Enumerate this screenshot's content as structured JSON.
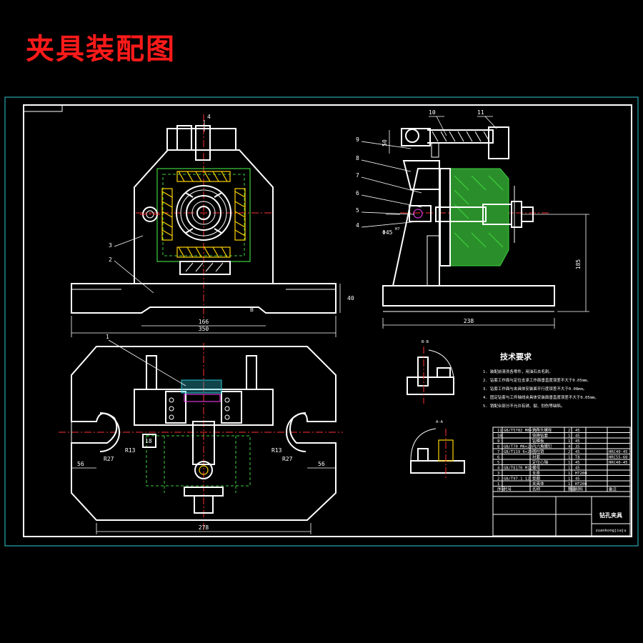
{
  "title": "夹具装配图",
  "colors": {
    "title": "#ff1a1a",
    "outline": "#ffffff",
    "hatch": "#3fd13f",
    "centerline": "#ff3030",
    "frame": "#2ec7d6"
  },
  "front_view": {
    "dims": {
      "width_total": "350",
      "width_inner": "166",
      "height": "40",
      "label_b": "B"
    },
    "balloons": [
      "4",
      "3",
      "2"
    ]
  },
  "side_view": {
    "dims": {
      "width": "238",
      "height": "185",
      "small": "50",
      "hole": "Φ45",
      "tol": "H7"
    },
    "balloons": [
      "10",
      "11",
      "9",
      "8",
      "7",
      "6",
      "5",
      "4"
    ]
  },
  "plan_view": {
    "dims": {
      "width": "278",
      "left": "56",
      "right": "56",
      "r27_left": "R27",
      "r13_left": "R13",
      "r13_right": "R13",
      "r27_right": "R27",
      "d18": "18"
    },
    "balloons": [
      "1"
    ]
  },
  "section_labels": {
    "b_b": "B-B",
    "a_a": "A-A"
  },
  "tech_req": {
    "heading": "技术要求",
    "items": [
      "1. 装配前清洗各零件，用油石去毛刺。",
      "2. 钻套工作面与定位支承工作面垂直度误差不大于0.05mm。",
      "3. 钻套工作面与夹具体安装面平行度误差不大于0.08mm。",
      "4. 固定钻套与工件轴线夹具体安装面垂直度误差不大于0.05mm。",
      "5. 销配合部分不允许有锈、裂、划伤等缺陷。"
    ]
  },
  "title_block": {
    "part_name": "钻孔夹具",
    "drawing_no": "zuankongjiaju",
    "bom_rows": [
      [
        "11",
        "GB/T5782 M8×35",
        "六角头螺栓",
        "2",
        "45",
        ""
      ],
      [
        "10",
        "",
        "快换钻套",
        "1",
        "45",
        ""
      ],
      [
        "9",
        "",
        "钻模板",
        "1",
        "45",
        ""
      ],
      [
        "8",
        "GB/T70 M6×20",
        "内六角螺钉",
        "4",
        "35",
        ""
      ],
      [
        "7",
        "GB/T119 6×20",
        "圆柱销",
        "2",
        "45",
        "HRC40-45"
      ],
      [
        "6",
        "",
        "衬套",
        "1",
        "T8",
        "HRC55-60"
      ],
      [
        "5",
        "",
        "定位心轴",
        "1",
        "45",
        "HRC40-45"
      ],
      [
        "4",
        "GB/T6170 M12",
        "螺母",
        "1",
        "45",
        ""
      ],
      [
        "3",
        "",
        "支座",
        "1",
        "HT200",
        ""
      ],
      [
        "2",
        "GB/T97.1 12",
        "垫圈",
        "1",
        "45",
        ""
      ],
      [
        "1",
        "",
        "夹具体",
        "1",
        "HT200",
        ""
      ]
    ],
    "header": [
      "序号",
      "代号",
      "名称",
      "数量",
      "材料",
      "备注"
    ]
  }
}
